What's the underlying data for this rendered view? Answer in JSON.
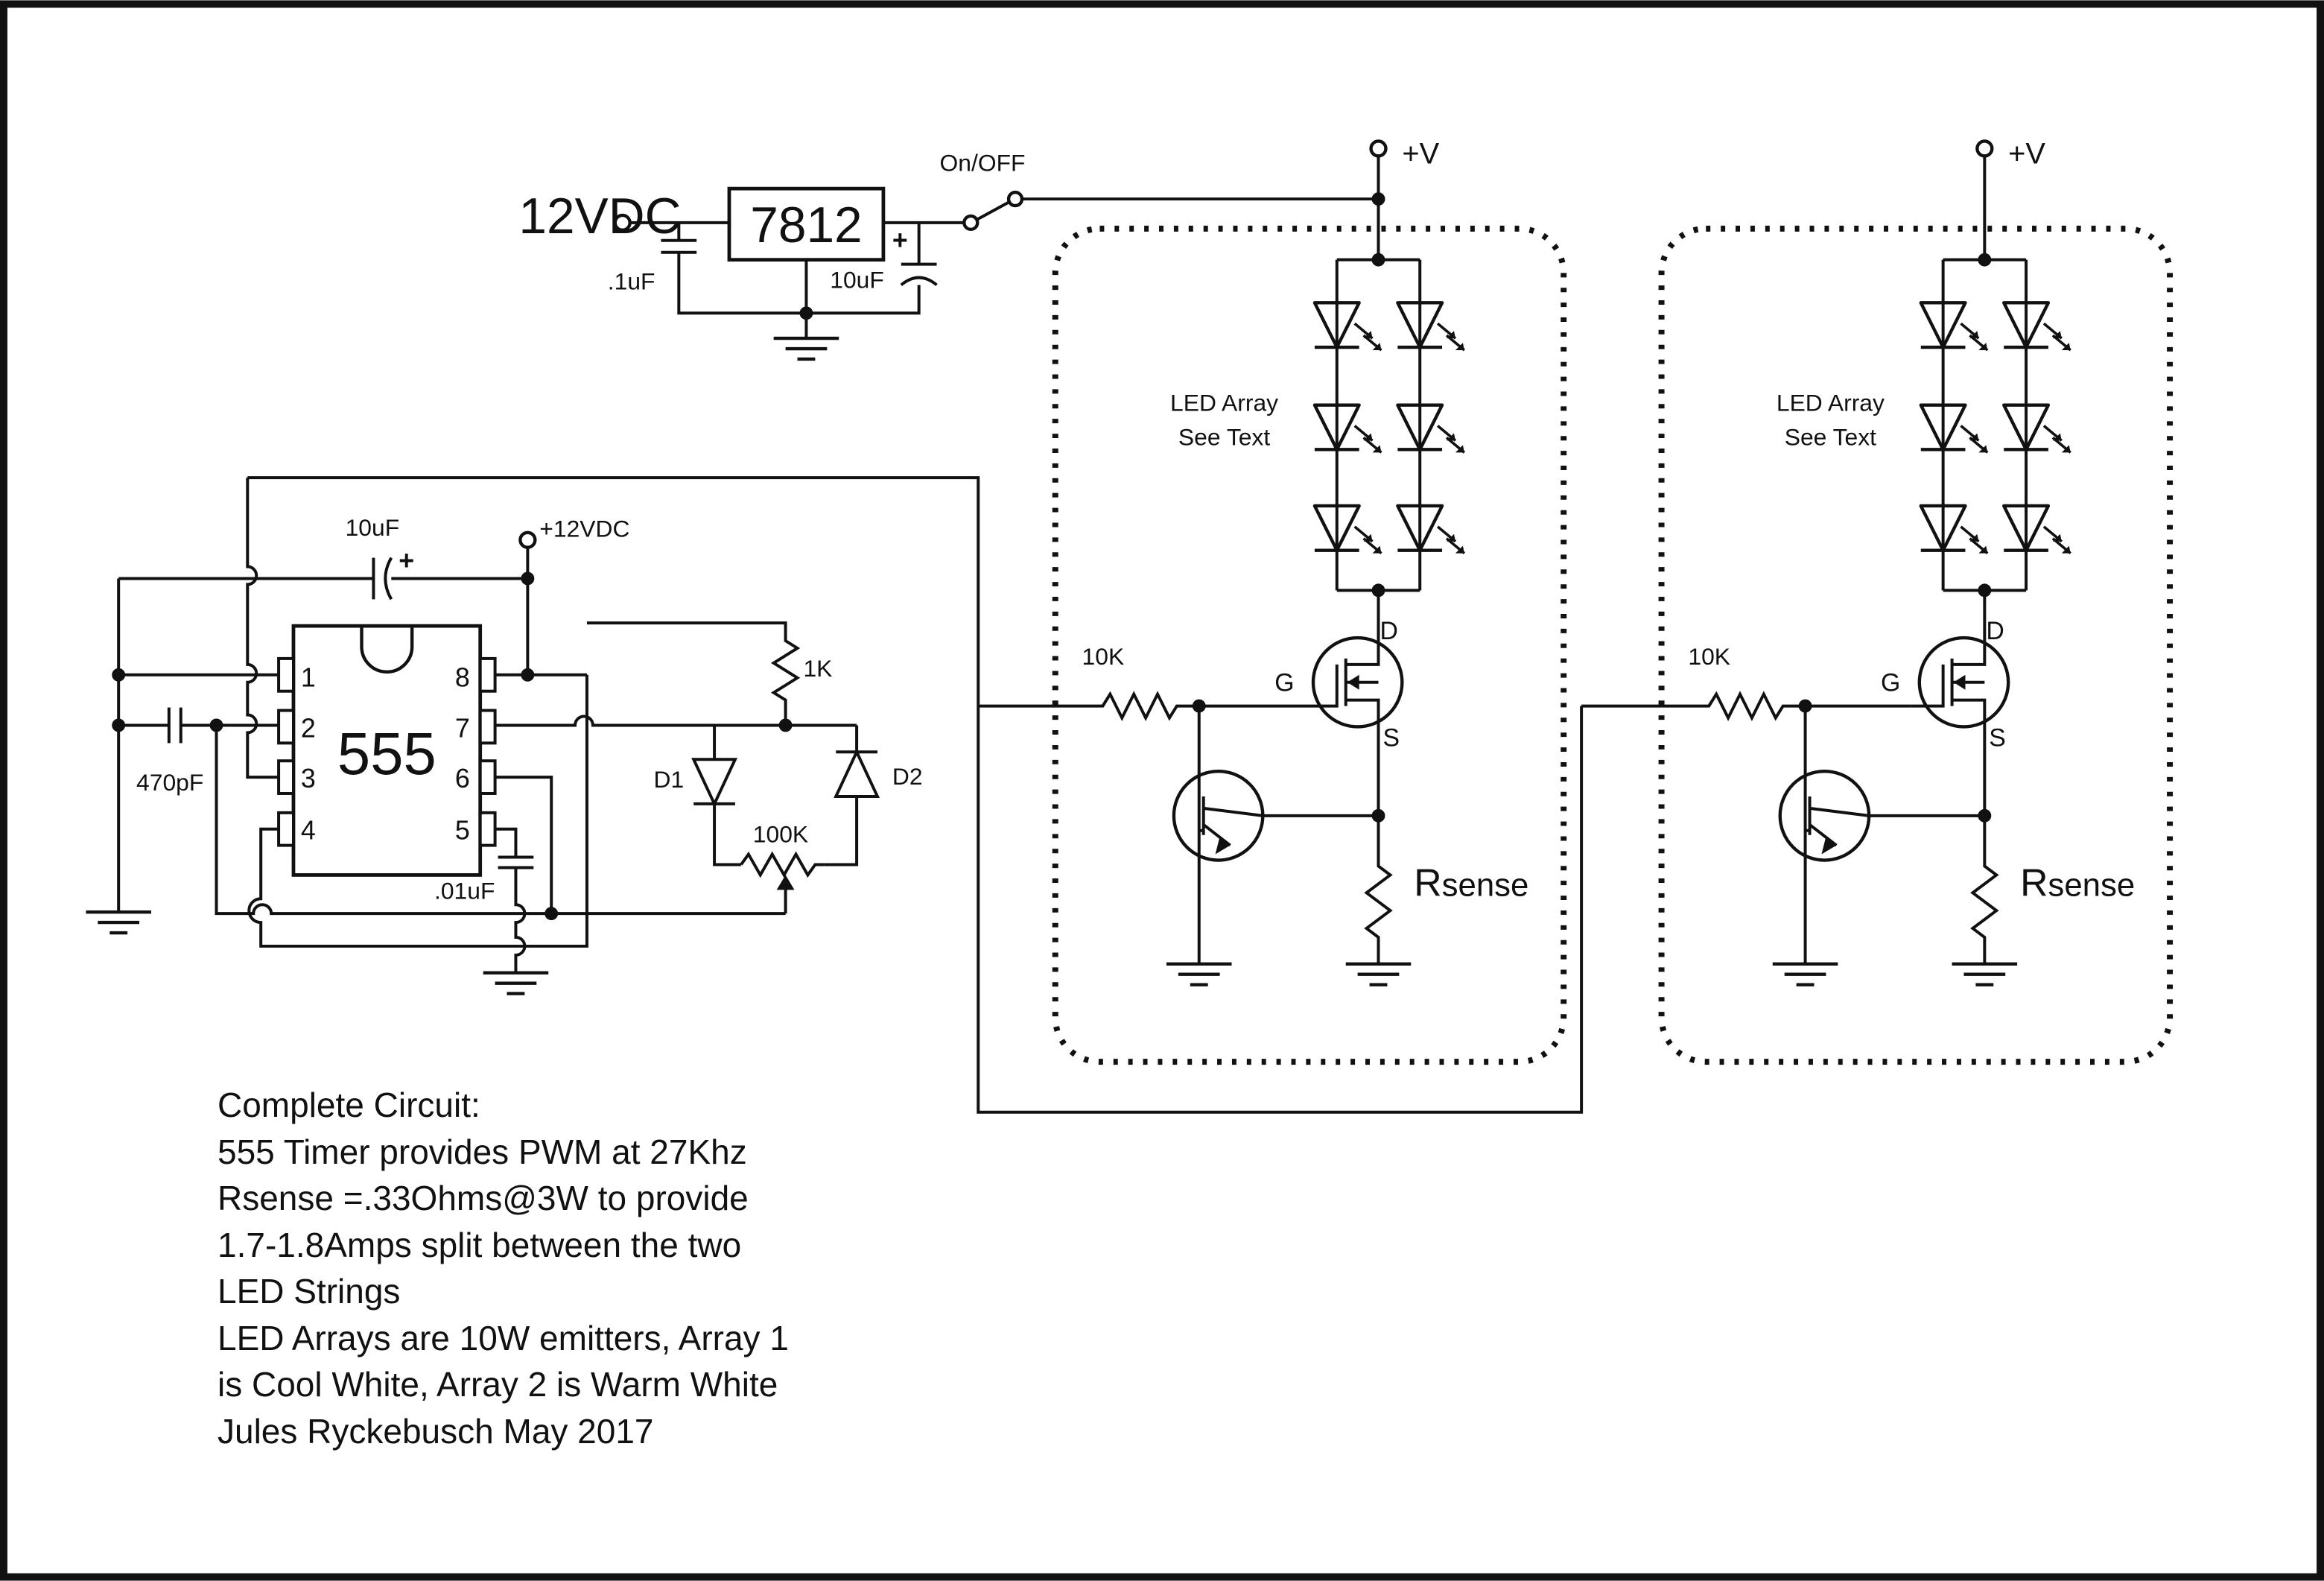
{
  "labels": {
    "input_12vdc": "12VDC",
    "regulator": "7812",
    "cap_in": ".1uF",
    "cap_out": "10uF",
    "switch": "On/OFF",
    "supply": "+V",
    "led_array_line1": "LED Array",
    "led_array_line2": "See Text",
    "gate_resistor": "10K",
    "gate": "G",
    "drain": "D",
    "source": "S",
    "rsense_main": "R",
    "rsense_sub": "sense",
    "timer_chip": "555",
    "timer_cap": "10uF",
    "timer_supply": "+12VDC",
    "pot_1k": "1K",
    "pot_100k": "100K",
    "diode1": "D1",
    "diode2": "D2",
    "cap_470pf": "470pF",
    "cap_01uf": ".01uF",
    "pins": [
      "1",
      "2",
      "3",
      "4",
      "8",
      "7",
      "6",
      "5"
    ]
  },
  "notes": [
    "Complete Circuit:",
    "555 Timer provides PWM at 27Khz",
    "Rsense =.33Ohms@3W to provide",
    "1.7-1.8Amps split between the two",
    "LED Strings",
    "LED Arrays are 10W emitters, Array 1",
    "is Cool White, Array 2 is Warm White",
    "Jules Ryckebusch May 2017"
  ],
  "colors": {
    "ink": "#111111",
    "background": "#ffffff"
  }
}
